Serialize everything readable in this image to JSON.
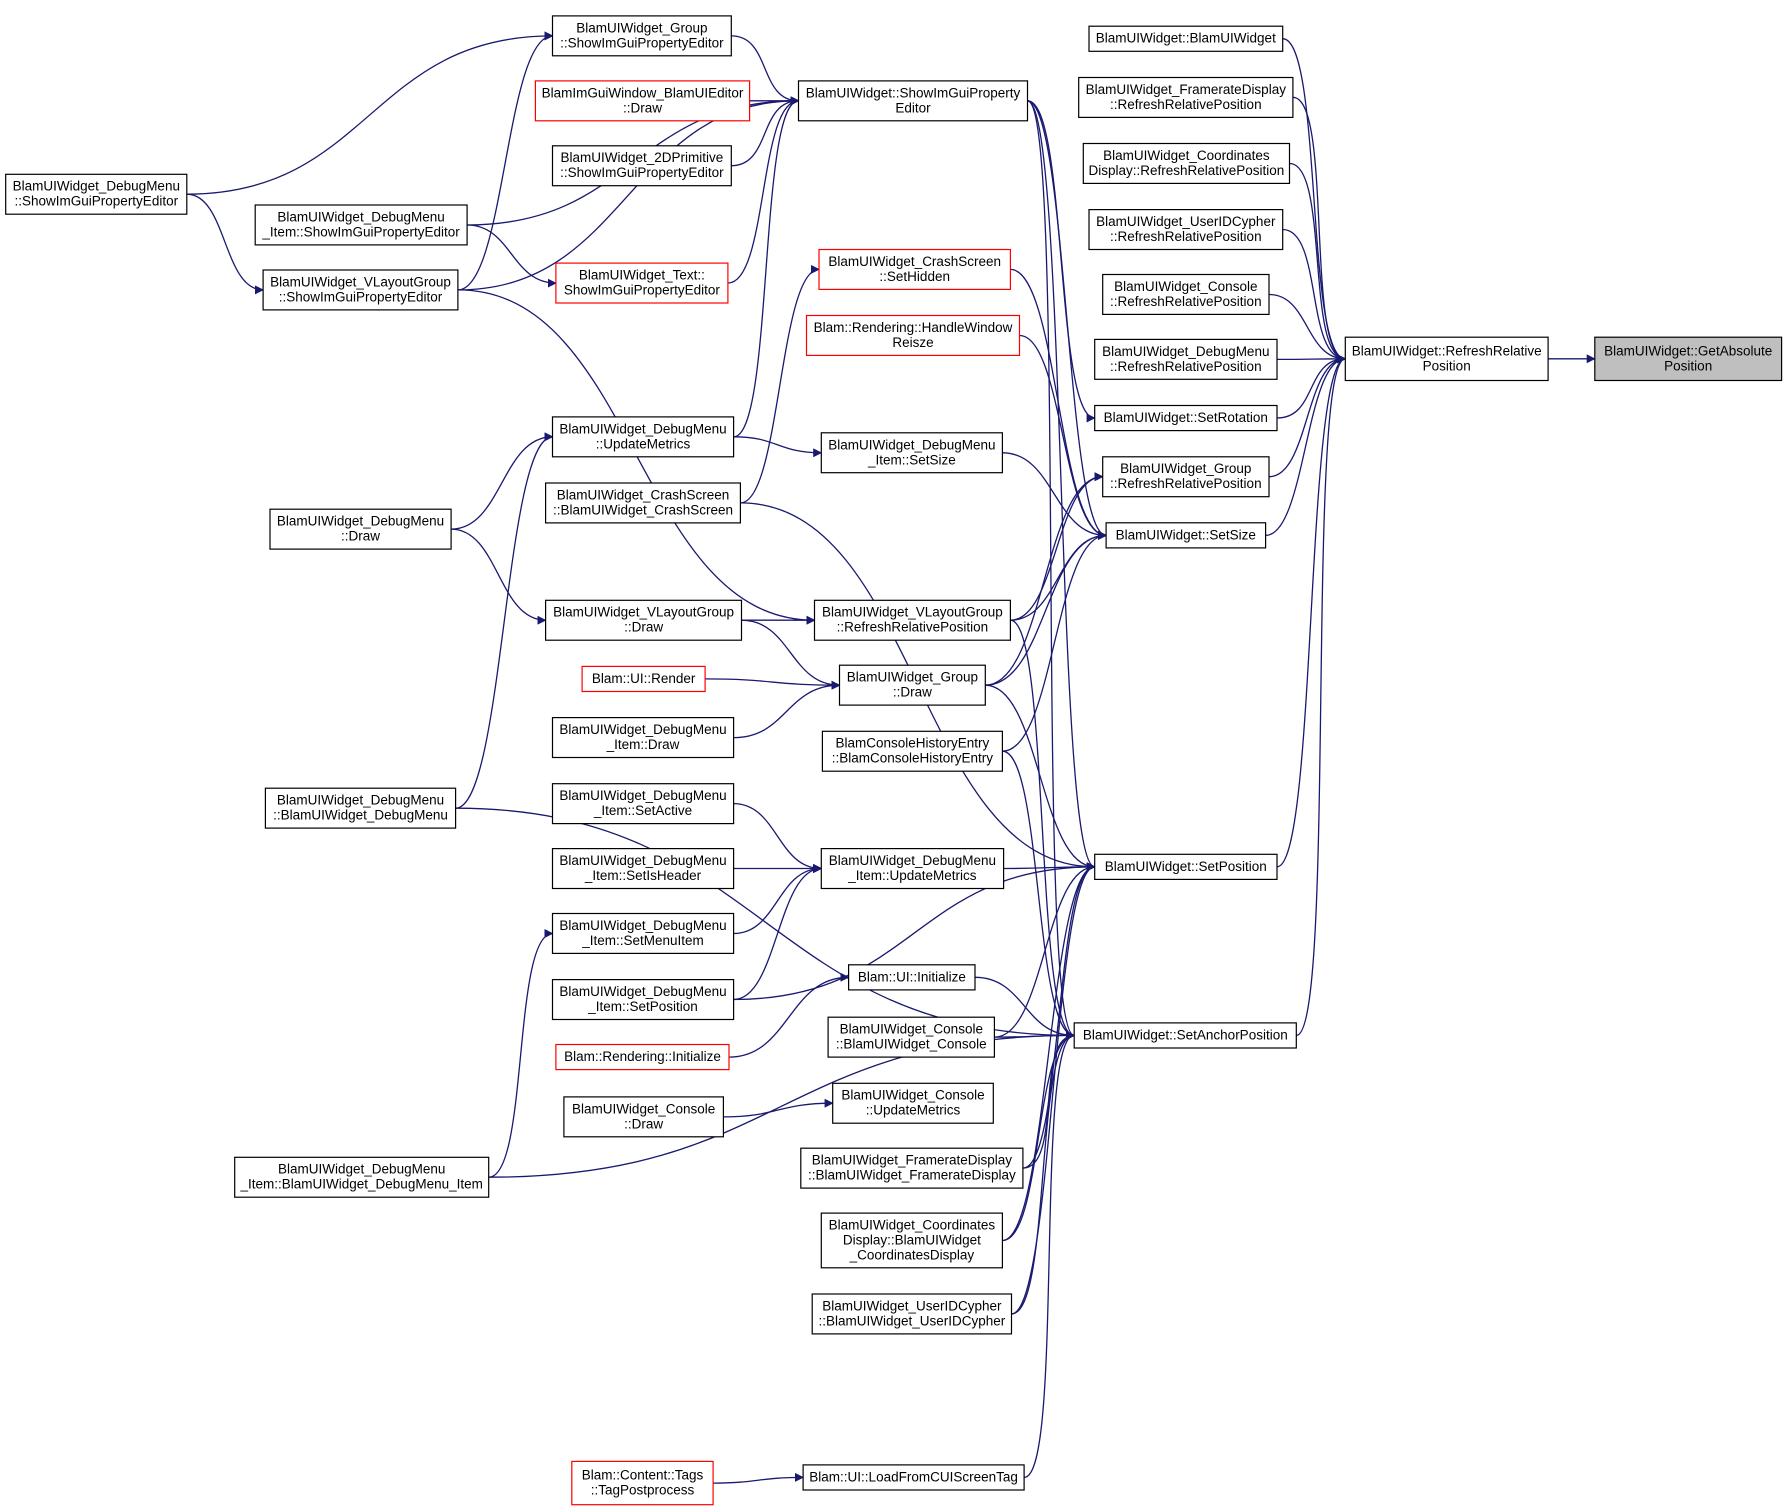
{
  "graph": {
    "edge_color": "#191970",
    "node_border": "#000000",
    "highlight_border": "#ff0000",
    "focus_fill": "#bfbfbf",
    "nodes": [
      {
        "id": "getabs",
        "lines": [
          "BlamUIWidget::GetAbsolute",
          "Position"
        ],
        "style": "focus"
      },
      {
        "id": "refrel",
        "lines": [
          "BlamUIWidget::RefreshRelative",
          "Position"
        ],
        "style": "normal"
      },
      {
        "id": "ctor",
        "lines": [
          "BlamUIWidget::BlamUIWidget"
        ],
        "style": "normal"
      },
      {
        "id": "fr_refresh",
        "lines": [
          "BlamUIWidget_FramerateDisplay",
          "::RefreshRelativePosition"
        ],
        "style": "normal"
      },
      {
        "id": "co_refresh",
        "lines": [
          "BlamUIWidget_Coordinates",
          "Display::RefreshRelativePosition"
        ],
        "style": "normal"
      },
      {
        "id": "uid_refresh",
        "lines": [
          "BlamUIWidget_UserIDCypher",
          "::RefreshRelativePosition"
        ],
        "style": "normal"
      },
      {
        "id": "con_refresh",
        "lines": [
          "BlamUIWidget_Console",
          "::RefreshRelativePosition"
        ],
        "style": "normal"
      },
      {
        "id": "dm_refresh",
        "lines": [
          "BlamUIWidget_DebugMenu",
          "::RefreshRelativePosition"
        ],
        "style": "normal"
      },
      {
        "id": "setrot",
        "lines": [
          "BlamUIWidget::SetRotation"
        ],
        "style": "normal"
      },
      {
        "id": "grp_refresh",
        "lines": [
          "BlamUIWidget_Group",
          "::RefreshRelativePosition"
        ],
        "style": "normal"
      },
      {
        "id": "setsize",
        "lines": [
          "BlamUIWidget::SetSize"
        ],
        "style": "normal"
      },
      {
        "id": "setpos",
        "lines": [
          "BlamUIWidget::SetPosition"
        ],
        "style": "normal"
      },
      {
        "id": "setanchor",
        "lines": [
          "BlamUIWidget::SetAnchorPosition"
        ],
        "style": "normal"
      },
      {
        "id": "showprop",
        "lines": [
          "BlamUIWidget::ShowImGuiProperty",
          "Editor"
        ],
        "style": "normal"
      },
      {
        "id": "crash_hidden",
        "lines": [
          "BlamUIWidget_CrashScreen",
          "::SetHidden"
        ],
        "style": "red"
      },
      {
        "id": "handle_resize",
        "lines": [
          "Blam::Rendering::HandleWindow",
          "Reisze"
        ],
        "style": "red"
      },
      {
        "id": "dmi_setsize",
        "lines": [
          "BlamUIWidget_DebugMenu",
          "_Item::SetSize"
        ],
        "style": "normal"
      },
      {
        "id": "vl_refresh",
        "lines": [
          "BlamUIWidget_VLayoutGroup",
          "::RefreshRelativePosition"
        ],
        "style": "normal"
      },
      {
        "id": "grp_draw",
        "lines": [
          "BlamUIWidget_Group",
          "::Draw"
        ],
        "style": "normal"
      },
      {
        "id": "hist_ctor",
        "lines": [
          "BlamConsoleHistoryEntry",
          "::BlamConsoleHistoryEntry"
        ],
        "style": "normal"
      },
      {
        "id": "dmi_update",
        "lines": [
          "BlamUIWidget_DebugMenu",
          "_Item::UpdateMetrics"
        ],
        "style": "normal"
      },
      {
        "id": "ui_init",
        "lines": [
          "Blam::UI::Initialize"
        ],
        "style": "normal"
      },
      {
        "id": "con_ctor",
        "lines": [
          "BlamUIWidget_Console",
          "::BlamUIWidget_Console"
        ],
        "style": "normal"
      },
      {
        "id": "con_update",
        "lines": [
          "BlamUIWidget_Console",
          "::UpdateMetrics"
        ],
        "style": "normal"
      },
      {
        "id": "fr_ctor",
        "lines": [
          "BlamUIWidget_FramerateDisplay",
          "::BlamUIWidget_FramerateDisplay"
        ],
        "style": "normal"
      },
      {
        "id": "co_ctor",
        "lines": [
          "BlamUIWidget_Coordinates",
          "Display::BlamUIWidget",
          "_CoordinatesDisplay"
        ],
        "style": "normal"
      },
      {
        "id": "uid_ctor",
        "lines": [
          "BlamUIWidget_UserIDCypher",
          "::BlamUIWidget_UserIDCypher"
        ],
        "style": "normal"
      },
      {
        "id": "loadcui",
        "lines": [
          "Blam::UI::LoadFromCUIScreenTag"
        ],
        "style": "normal"
      },
      {
        "id": "grp_show",
        "lines": [
          "BlamUIWidget_Group",
          "::ShowImGuiPropertyEditor"
        ],
        "style": "normal"
      },
      {
        "id": "imgui_draw",
        "lines": [
          "BlamImGuiWindow_BlamUIEditor",
          "::Draw"
        ],
        "style": "red"
      },
      {
        "id": "prim_show",
        "lines": [
          "BlamUIWidget_2DPrimitive",
          "::ShowImGuiPropertyEditor"
        ],
        "style": "normal"
      },
      {
        "id": "text_show",
        "lines": [
          "BlamUIWidget_Text::",
          "ShowImGuiPropertyEditor"
        ],
        "style": "red"
      },
      {
        "id": "dm_update",
        "lines": [
          "BlamUIWidget_DebugMenu",
          "::UpdateMetrics"
        ],
        "style": "normal"
      },
      {
        "id": "crash_ctor",
        "lines": [
          "BlamUIWidget_CrashScreen",
          "::BlamUIWidget_CrashScreen"
        ],
        "style": "normal"
      },
      {
        "id": "vl_draw",
        "lines": [
          "BlamUIWidget_VLayoutGroup",
          "::Draw"
        ],
        "style": "normal"
      },
      {
        "id": "ui_render",
        "lines": [
          "Blam::UI::Render"
        ],
        "style": "red"
      },
      {
        "id": "dmi_draw",
        "lines": [
          "BlamUIWidget_DebugMenu",
          "_Item::Draw"
        ],
        "style": "normal"
      },
      {
        "id": "dmi_setactive",
        "lines": [
          "BlamUIWidget_DebugMenu",
          "_Item::SetActive"
        ],
        "style": "normal"
      },
      {
        "id": "dmi_setisheader",
        "lines": [
          "BlamUIWidget_DebugMenu",
          "_Item::SetIsHeader"
        ],
        "style": "normal"
      },
      {
        "id": "dmi_setmenuitem",
        "lines": [
          "BlamUIWidget_DebugMenu",
          "_Item::SetMenuItem"
        ],
        "style": "normal"
      },
      {
        "id": "dmi_setpos",
        "lines": [
          "BlamUIWidget_DebugMenu",
          "_Item::SetPosition"
        ],
        "style": "normal"
      },
      {
        "id": "rend_init",
        "lines": [
          "Blam::Rendering::Initialize"
        ],
        "style": "red"
      },
      {
        "id": "con_draw",
        "lines": [
          "BlamUIWidget_Console",
          "::Draw"
        ],
        "style": "normal"
      },
      {
        "id": "tagpost",
        "lines": [
          "Blam::Content::Tags",
          "::TagPostprocess"
        ],
        "style": "red"
      },
      {
        "id": "dm_show",
        "lines": [
          "BlamUIWidget_DebugMenu",
          "::ShowImGuiPropertyEditor"
        ],
        "style": "normal"
      },
      {
        "id": "dmi_show",
        "lines": [
          "BlamUIWidget_DebugMenu",
          "_Item::ShowImGuiPropertyEditor"
        ],
        "style": "normal"
      },
      {
        "id": "vl_show",
        "lines": [
          "BlamUIWidget_VLayoutGroup",
          "::ShowImGuiPropertyEditor"
        ],
        "style": "normal"
      },
      {
        "id": "dm_draw",
        "lines": [
          "BlamUIWidget_DebugMenu",
          "::Draw"
        ],
        "style": "normal"
      },
      {
        "id": "dm_ctor",
        "lines": [
          "BlamUIWidget_DebugMenu",
          "::BlamUIWidget_DebugMenu"
        ],
        "style": "normal"
      },
      {
        "id": "dmi_ctor",
        "lines": [
          "BlamUIWidget_DebugMenu",
          "_Item::BlamUIWidget_DebugMenu_Item"
        ],
        "style": "normal"
      }
    ],
    "edges": [
      [
        "refrel",
        "getabs"
      ],
      [
        "ctor",
        "refrel"
      ],
      [
        "fr_refresh",
        "refrel"
      ],
      [
        "co_refresh",
        "refrel"
      ],
      [
        "uid_refresh",
        "refrel"
      ],
      [
        "con_refresh",
        "refrel"
      ],
      [
        "dm_refresh",
        "refrel"
      ],
      [
        "setrot",
        "refrel"
      ],
      [
        "grp_refresh",
        "refrel"
      ],
      [
        "setsize",
        "refrel"
      ],
      [
        "setpos",
        "refrel"
      ],
      [
        "setanchor",
        "refrel"
      ],
      [
        "showprop",
        "setrot"
      ],
      [
        "showprop",
        "setsize"
      ],
      [
        "showprop",
        "setpos"
      ],
      [
        "showprop",
        "setanchor"
      ],
      [
        "crash_hidden",
        "setsize"
      ],
      [
        "handle_resize",
        "setsize"
      ],
      [
        "dmi_setsize",
        "setsize"
      ],
      [
        "vl_refresh",
        "setsize"
      ],
      [
        "grp_draw",
        "setsize"
      ],
      [
        "hist_ctor",
        "setsize"
      ],
      [
        "vl_refresh",
        "grp_refresh"
      ],
      [
        "grp_draw",
        "grp_refresh"
      ],
      [
        "dmi_update",
        "setpos"
      ],
      [
        "grp_draw",
        "setpos"
      ],
      [
        "dmi_setpos",
        "setpos"
      ],
      [
        "con_ctor",
        "setpos"
      ],
      [
        "fr_ctor",
        "setpos"
      ],
      [
        "co_ctor",
        "setpos"
      ],
      [
        "uid_ctor",
        "setpos"
      ],
      [
        "crash_ctor",
        "setpos"
      ],
      [
        "ui_init",
        "setanchor"
      ],
      [
        "con_ctor",
        "setanchor"
      ],
      [
        "fr_ctor",
        "setanchor"
      ],
      [
        "co_ctor",
        "setanchor"
      ],
      [
        "uid_ctor",
        "setanchor"
      ],
      [
        "loadcui",
        "setanchor"
      ],
      [
        "vl_refresh",
        "setanchor"
      ],
      [
        "hist_ctor",
        "setanchor"
      ],
      [
        "dm_ctor",
        "setanchor"
      ],
      [
        "dmi_ctor",
        "setanchor"
      ],
      [
        "grp_show",
        "showprop"
      ],
      [
        "imgui_draw",
        "showprop"
      ],
      [
        "prim_show",
        "showprop"
      ],
      [
        "text_show",
        "showprop"
      ],
      [
        "dmi_show",
        "showprop"
      ],
      [
        "vl_show",
        "showprop"
      ],
      [
        "dm_update",
        "showprop"
      ],
      [
        "dm_show",
        "grp_show"
      ],
      [
        "vl_show",
        "grp_show"
      ],
      [
        "dm_show",
        "vl_show"
      ],
      [
        "dmi_show",
        "text_show"
      ],
      [
        "crash_ctor",
        "crash_hidden"
      ],
      [
        "rend_init",
        "ui_init"
      ],
      [
        "con_draw",
        "con_update"
      ],
      [
        "tagpost",
        "loadcui"
      ],
      [
        "dm_update",
        "dmi_setsize"
      ],
      [
        "dm_draw",
        "dm_update"
      ],
      [
        "dm_draw",
        "vl_draw"
      ],
      [
        "dm_ctor",
        "dm_update"
      ],
      [
        "vl_draw",
        "vl_refresh"
      ],
      [
        "vl_draw",
        "grp_draw"
      ],
      [
        "vl_show",
        "vl_refresh"
      ],
      [
        "ui_render",
        "grp_draw"
      ],
      [
        "dmi_draw",
        "grp_draw"
      ],
      [
        "dmi_setactive",
        "dmi_update"
      ],
      [
        "dmi_setisheader",
        "dmi_update"
      ],
      [
        "dmi_setmenuitem",
        "dmi_update"
      ],
      [
        "dmi_setpos",
        "dmi_update"
      ],
      [
        "dmi_ctor",
        "dmi_setmenuitem"
      ]
    ]
  }
}
